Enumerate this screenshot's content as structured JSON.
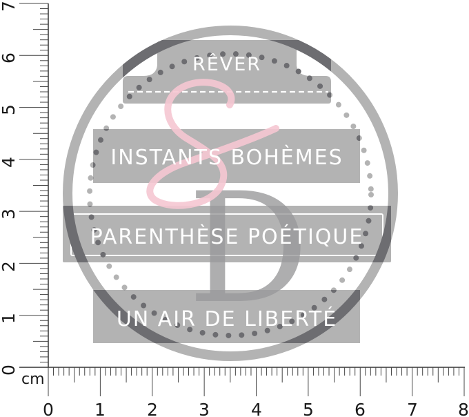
{
  "product": {
    "type": "stencil-stamp",
    "labels": {
      "top": "RÊVER",
      "line1": "INSTANTS BOHÈMES",
      "line2": "PARENTHÈSE POÉTIQUE",
      "line3": "UN AIR DE LIBERTÉ"
    },
    "monogram": {
      "pink_letter": "S",
      "grey_letter": "D"
    },
    "colors": {
      "light_grey": "#b3b3b3",
      "dark_grey": "#6d6d71",
      "pink": "#f5c6d2",
      "white": "#ffffff"
    }
  },
  "ruler": {
    "unit": "cm",
    "vertical": {
      "labels": [
        "0",
        "1",
        "2",
        "3",
        "4",
        "5",
        "6",
        "7"
      ]
    },
    "horizontal": {
      "labels": [
        "0",
        "1",
        "2",
        "3",
        "4",
        "5",
        "6",
        "7",
        "8"
      ]
    }
  }
}
